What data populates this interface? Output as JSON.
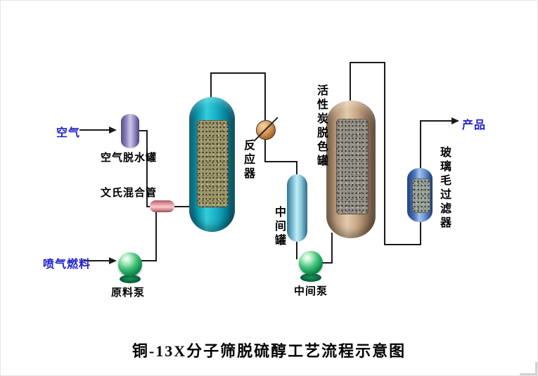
{
  "diagram": {
    "title": "铜-13X分子筛脱硫醇工艺流程示意图",
    "streams": {
      "air": "空气",
      "jet_fuel": "喷气燃料",
      "product": "产品"
    },
    "equipment": {
      "air_dehydrator": "空气脱水罐",
      "venturi_mixer": "文氏混合管",
      "feed_pump": "原料泵",
      "reactor": "反应器",
      "intermediate_tank": "中间罐",
      "intermediate_pump": "中间泵",
      "activated_carbon_tank": "活性炭脱色罐",
      "glass_wool_filter": "玻璃毛过滤器"
    },
    "colors": {
      "stream_label": "#2222cc",
      "equipment_label": "#000000",
      "pipe": "#1a1a1a",
      "reactor_body": "#18aec4",
      "carbon_tank_body": "#c9a888",
      "intermediate_tank_body": "#8cccda",
      "dehydrator_body": "#9a90c8",
      "venturi_body": "#e79aa2",
      "filter_body": "#6f96d4",
      "pump_body": "#0e8c4c",
      "valve_body": "#d89555"
    }
  }
}
